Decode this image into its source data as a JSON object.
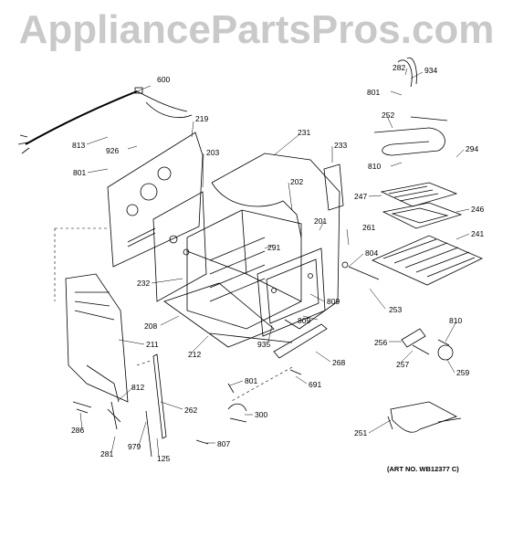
{
  "watermark": "AppliancePartsPros.com",
  "art_number": "(ART NO. WB12377 C)",
  "labels": {
    "l600": "600",
    "l219": "219",
    "l813": "813",
    "l926": "926",
    "l801a": "801",
    "l203": "203",
    "l231": "231",
    "l233": "233",
    "l202": "202",
    "l201": "201",
    "l261": "261",
    "l291": "291",
    "l232": "232",
    "l804": "804",
    "l253": "253",
    "l809a": "809",
    "l809b": "809",
    "l208": "208",
    "l212": "212",
    "l935": "935",
    "l211": "211",
    "l268": "268",
    "l812": "812",
    "l262": "262",
    "l801b": "801",
    "l691": "691",
    "l300": "300",
    "l286": "286",
    "l979": "979",
    "l281": "281",
    "l125": "125",
    "l807": "807",
    "l282": "282",
    "l934": "934",
    "l801c": "801",
    "l252": "252",
    "l294": "294",
    "l810a": "810",
    "l247": "247",
    "l246": "246",
    "l241": "241",
    "l810b": "810",
    "l256": "256",
    "l257": "257",
    "l259": "259",
    "l251": "251"
  }
}
